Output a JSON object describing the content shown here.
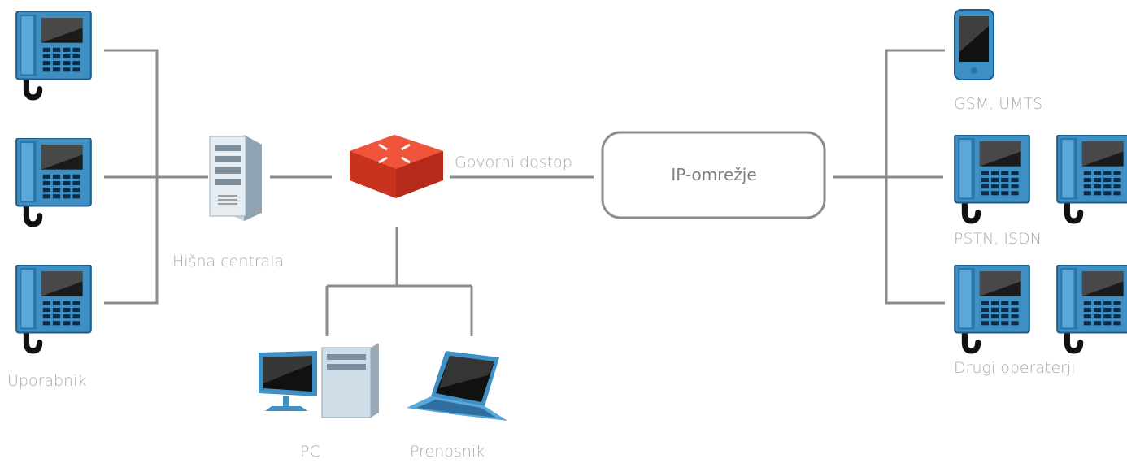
{
  "labels": {
    "users": "Uporabnik",
    "pbx": "Hišna centrala",
    "voice_access": "Govorni dostop",
    "ip_network": "IP-omrežje",
    "mobile": "GSM, UMTS",
    "pstn": "PSTN, ISDN",
    "other_operators": "Drugi operaterji",
    "pc": "PC",
    "laptop": "Prenosnik"
  },
  "icons": {
    "desk_phone": "desk-phone-icon",
    "server": "server-icon",
    "router": "router-icon",
    "mobile": "mobile-phone-icon",
    "desktop_pc": "desktop-pc-icon",
    "laptop": "laptop-icon"
  },
  "colors": {
    "phone_body": "#3d8fc4",
    "router": "#e8452e",
    "line": "#8a8c8e",
    "label": "#a7a9ab"
  }
}
